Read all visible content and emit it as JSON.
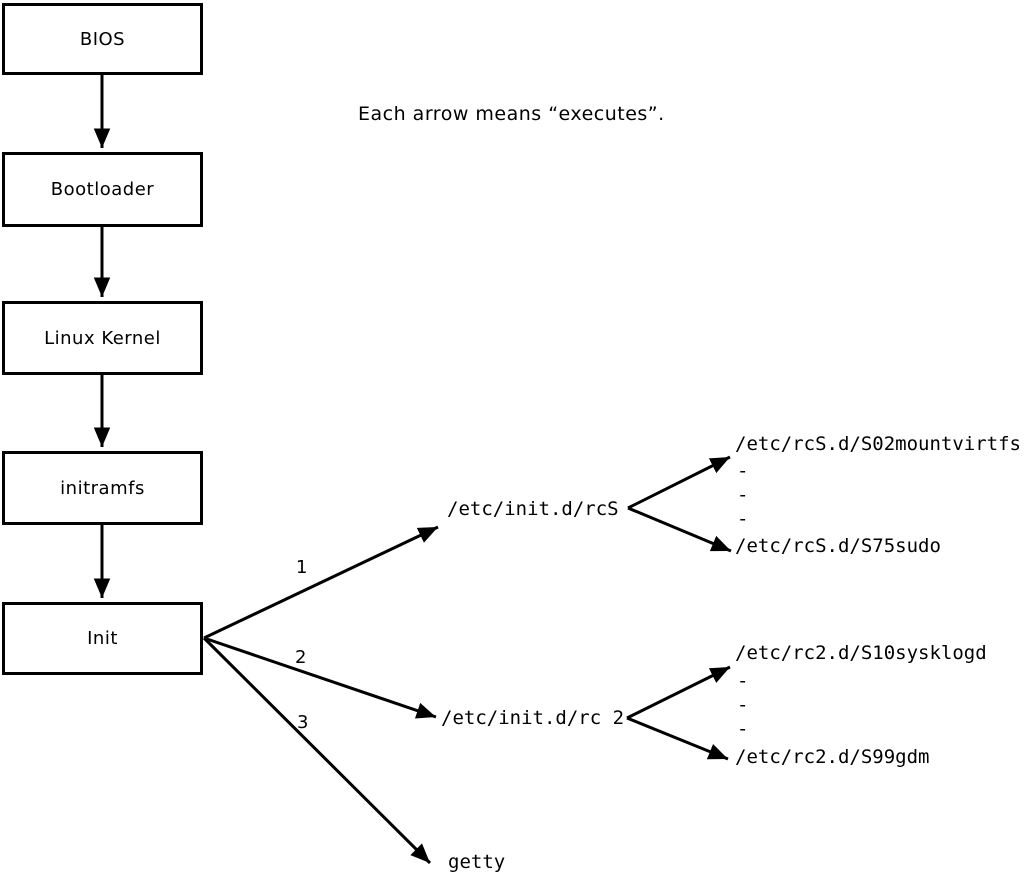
{
  "note": "Each arrow means “executes”.",
  "boxes": [
    {
      "label": "BIOS"
    },
    {
      "label": "Bootloader"
    },
    {
      "label": "Linux Kernel"
    },
    {
      "label": "initramfs"
    },
    {
      "label": "Init"
    }
  ],
  "branches": [
    {
      "number": "1",
      "target": "/etc/init.d/rcS",
      "children": [
        "/etc/rcS.d/S02mountvirtfs",
        "-",
        "-",
        "-",
        "/etc/rcS.d/S75sudo"
      ]
    },
    {
      "number": "2",
      "target": "/etc/init.d/rc 2",
      "children": [
        "/etc/rc2.d/S10sysklogd",
        "-",
        "-",
        "-",
        "/etc/rc2.d/S99gdm"
      ]
    },
    {
      "number": "3",
      "target": "getty",
      "children": []
    }
  ],
  "colors": {
    "foreground": "#000000",
    "background": "#ffffff"
  }
}
